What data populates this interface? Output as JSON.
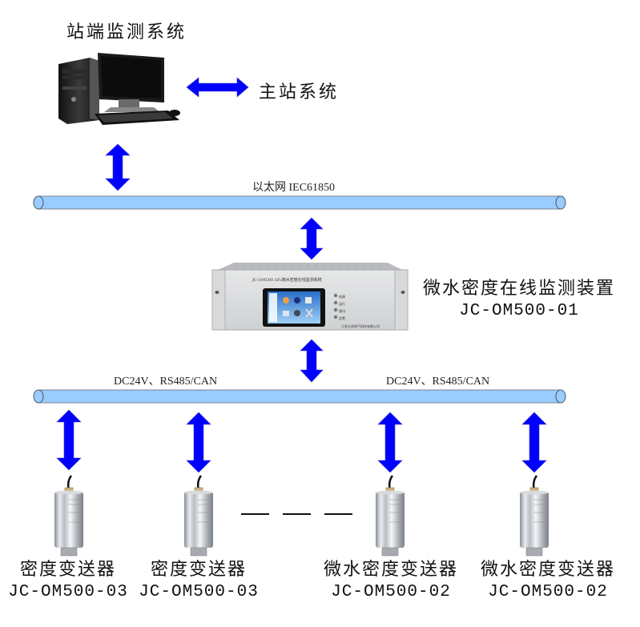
{
  "colors": {
    "arrow": "#0000ff",
    "bus_fill": "#99ccff",
    "bus_stroke": "#6b7a8c",
    "text": "#111111"
  },
  "station": {
    "title": "站端监测系统",
    "icon": "desktop-computer-icon",
    "master_link_label": "主站系统"
  },
  "ethernet_bus": {
    "label": "以太网 IEC61850"
  },
  "monitor_device": {
    "name": "微水密度在线监测装置",
    "model": "JC-OM500-01",
    "panel_title": "JC-OM500 SF₆微水密度在线监测系统",
    "panel_maker": "江苏久创电气科技有限公司",
    "indicators": [
      "电源",
      "运行",
      "通讯",
      "告警"
    ]
  },
  "field_bus": {
    "label_left": "DC24V、RS485/CAN",
    "label_right": "DC24V、RS485/CAN"
  },
  "ellipsis": "— —",
  "sensors": [
    {
      "name": "密度变送器",
      "model": "JC-OM500-03"
    },
    {
      "name": "密度变送器",
      "model": "JC-OM500-03"
    },
    {
      "name": "微水密度变送器",
      "model": "JC-OM500-02"
    },
    {
      "name": "微水密度变送器",
      "model": "JC-OM500-02"
    }
  ]
}
